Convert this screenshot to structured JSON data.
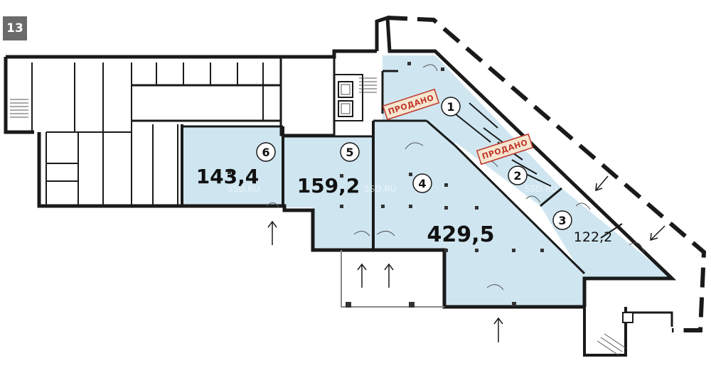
{
  "floor": {
    "number": "13"
  },
  "units": [
    {
      "id": "1",
      "area": "",
      "status": "ПРОДАНО"
    },
    {
      "id": "2",
      "area": "",
      "status": "ПРОДАНО"
    },
    {
      "id": "3",
      "area": "122,2",
      "status": ""
    },
    {
      "id": "4",
      "area": "429,5",
      "status": ""
    },
    {
      "id": "5",
      "area": "159,2",
      "status": ""
    },
    {
      "id": "6",
      "area": "143,4",
      "status": ""
    }
  ],
  "watermark": "SSD.RU",
  "colors": {
    "unit_fill": "#cfe6f1",
    "wall": "#1a1a1a",
    "sold_text": "#c0392b",
    "sold_stamp_bg": "#f5e6d0",
    "badge_bg": "#6b6b6b"
  },
  "icons": [
    "entrance-arrow-icon",
    "elevator-icon",
    "stairs-icon",
    "door-icon",
    "column-icon"
  ]
}
